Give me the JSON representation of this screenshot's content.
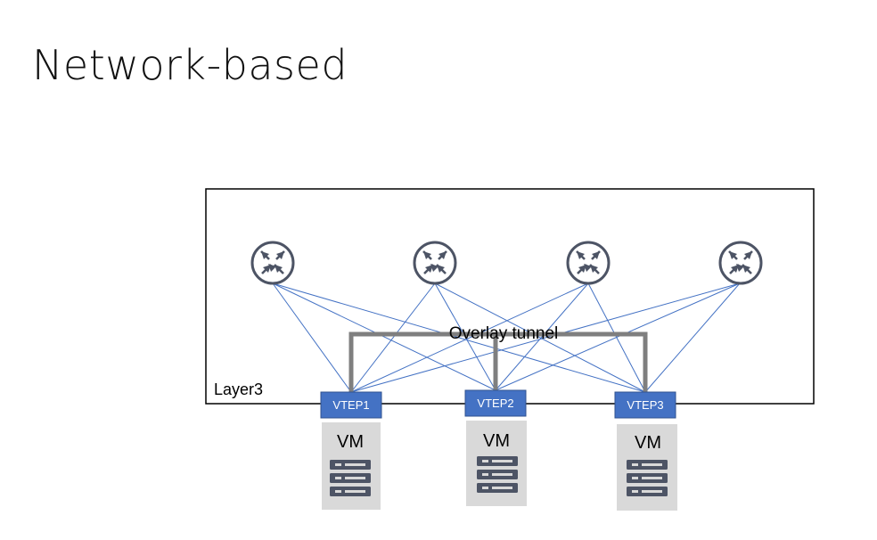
{
  "slide": {
    "title": "Network-based"
  },
  "diagram": {
    "region_label": "Layer3",
    "tunnel_label": "Overlay tunnel",
    "routers": [
      {
        "icon": "router-icon"
      },
      {
        "icon": "router-icon"
      },
      {
        "icon": "router-icon"
      },
      {
        "icon": "router-icon"
      }
    ],
    "vteps": [
      {
        "label": "VTEP1"
      },
      {
        "label": "VTEP2"
      },
      {
        "label": "VTEP3"
      }
    ],
    "hosts": [
      {
        "label": "VM",
        "icon": "server-icon"
      },
      {
        "label": "VM",
        "icon": "server-icon"
      },
      {
        "label": "VM",
        "icon": "server-icon"
      }
    ],
    "colors": {
      "vtep_fill": "#4472C4",
      "link_line": "#4472C4",
      "tunnel": "#7F7F7F",
      "router": "#4D5465",
      "host_bg": "#D9D9D9",
      "server": "#4D5465"
    }
  }
}
